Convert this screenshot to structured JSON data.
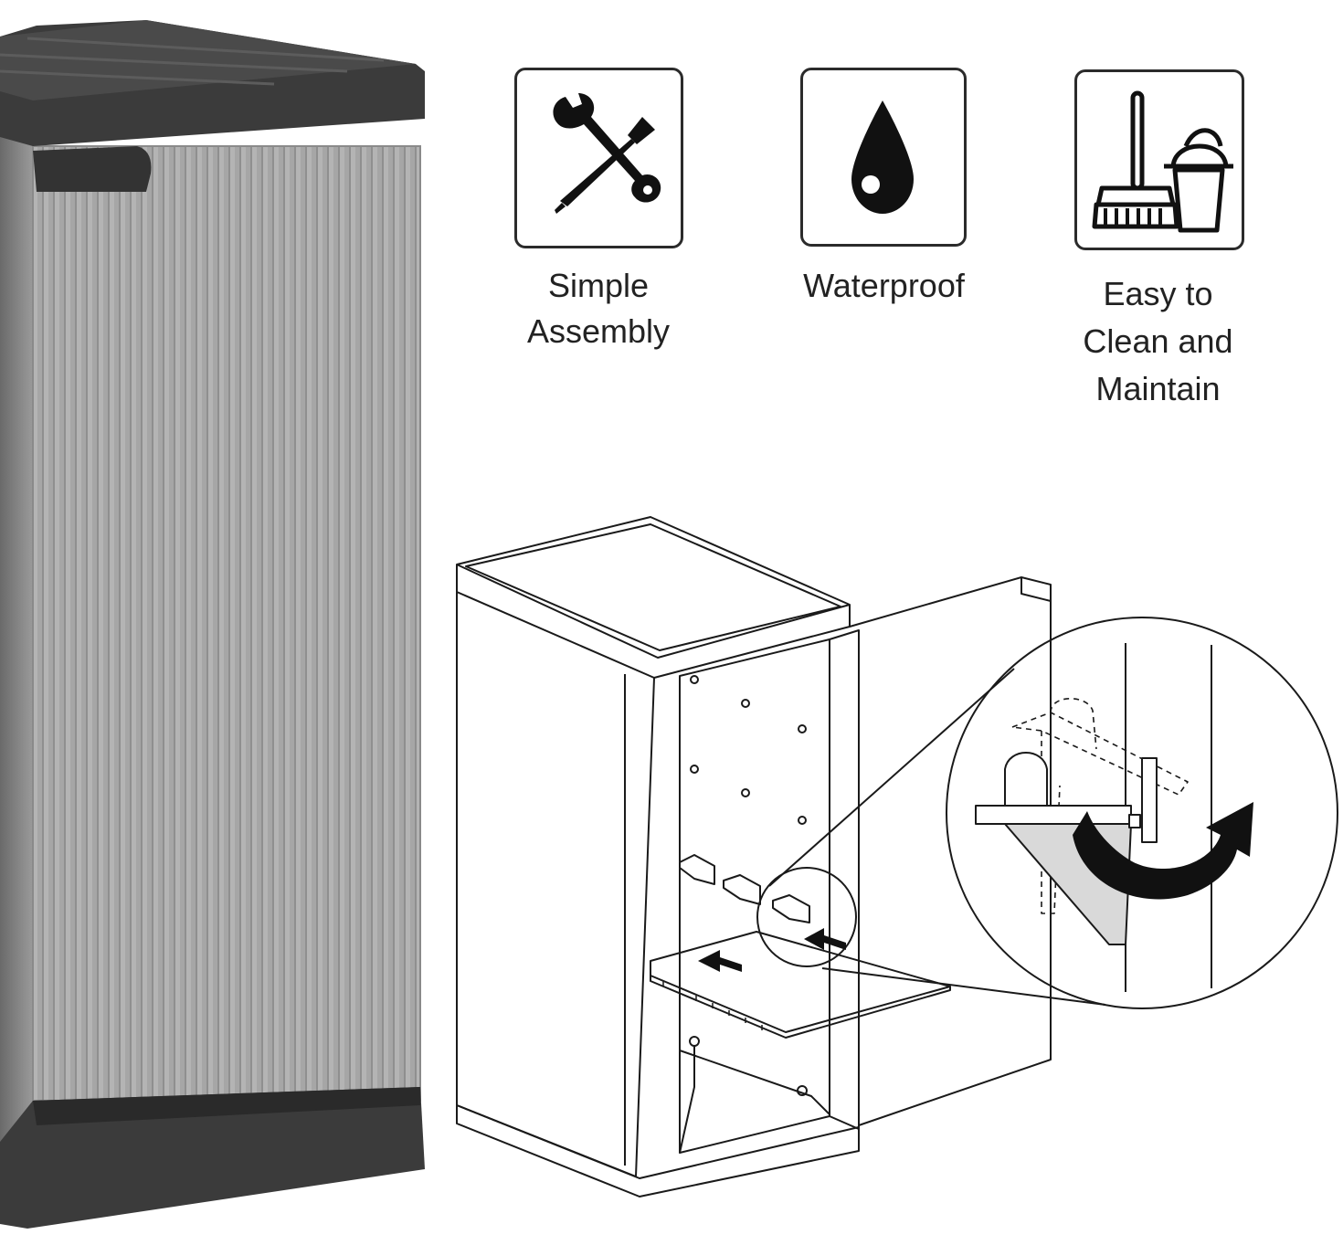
{
  "features": [
    {
      "label": "Simple\nAssembly",
      "icon": "wrench-screwdriver-icon"
    },
    {
      "label": "Waterproof",
      "icon": "water-drop-icon"
    },
    {
      "label": "Easy to\nClean and\nMaintain",
      "icon": "broom-bucket-icon"
    }
  ],
  "colors": {
    "cabinet_body": "#a9a9a9",
    "cabinet_frame": "#3a3a3a",
    "line_art": "#1a1a1a",
    "background": "#ffffff"
  }
}
